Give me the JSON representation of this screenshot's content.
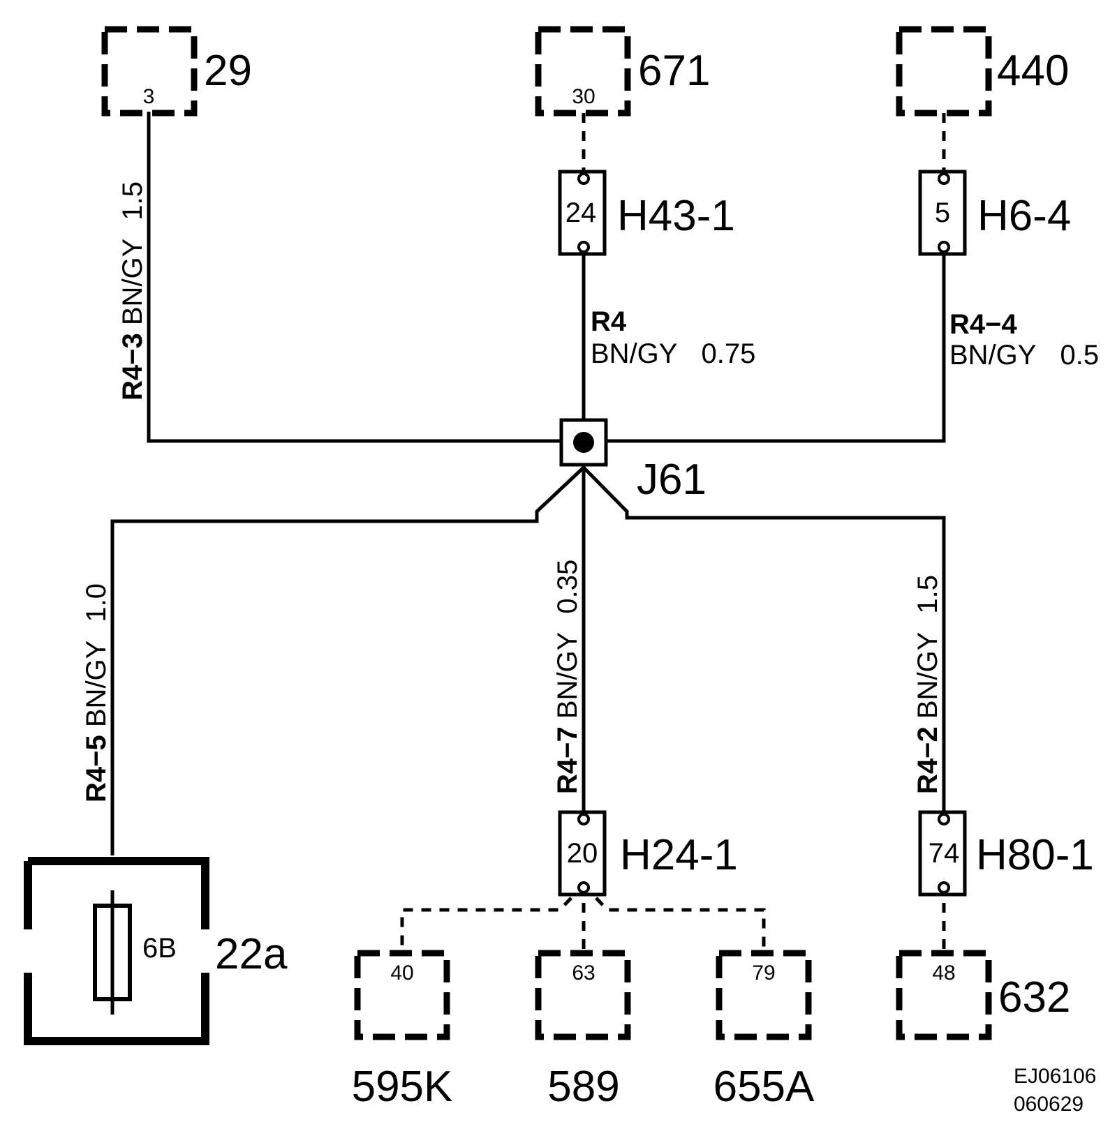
{
  "components": {
    "c29": {
      "id": "29",
      "pin": "3"
    },
    "c671": {
      "id": "671",
      "pin": "30"
    },
    "c440": {
      "id": "440"
    },
    "c22a": {
      "id": "22a",
      "fuse": "6B"
    },
    "c595k": {
      "id": "595K",
      "pin": "40"
    },
    "c589": {
      "id": "589",
      "pin": "63"
    },
    "c655a": {
      "id": "655A",
      "pin": "79"
    },
    "c632": {
      "id": "632",
      "pin": "48"
    }
  },
  "connectors": {
    "h43": {
      "id": "H43-1",
      "pin": "24"
    },
    "h6": {
      "id": "H6-4",
      "pin": "5"
    },
    "h24": {
      "id": "H24-1",
      "pin": "20"
    },
    "h80": {
      "id": "H80-1",
      "pin": "74"
    }
  },
  "splice": {
    "id": "J61"
  },
  "wires": {
    "r4_3": {
      "circuit": "R4−3",
      "color": "BN/GY",
      "size": "1.5"
    },
    "r4": {
      "circuit": "R4",
      "color": "BN/GY",
      "size": "0.75"
    },
    "r4_4": {
      "circuit": "R4−4",
      "color": "BN/GY",
      "size": "0.5"
    },
    "r4_5": {
      "circuit": "R4−5",
      "color": "BN/GY",
      "size": "1.0"
    },
    "r4_7": {
      "circuit": "R4−7",
      "color": "BN/GY",
      "size": "0.35"
    },
    "r4_2": {
      "circuit": "R4−2",
      "color": "BN/GY",
      "size": "1.5"
    }
  },
  "footer": {
    "code": "EJ06106",
    "date": "060629"
  }
}
